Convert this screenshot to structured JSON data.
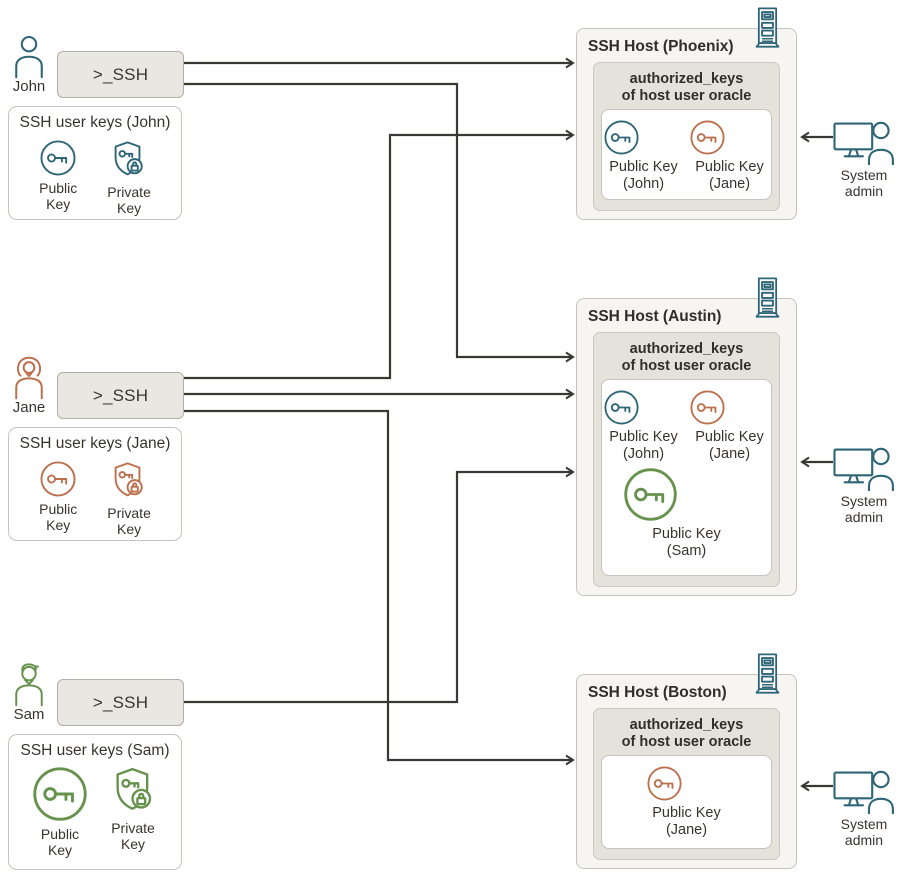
{
  "colors": {
    "john": "#2e6577",
    "jane": "#bb6f4d",
    "sam": "#67924d",
    "accent": "#2e6577",
    "wire": "#3b3733"
  },
  "users": [
    {
      "name": "John",
      "terminal_label": ">_SSH",
      "card_title": "SSH user keys (John)",
      "public_key_label": "Public\nKey",
      "private_key_label": "Private\nKey",
      "color": "#2e6577"
    },
    {
      "name": "Jane",
      "terminal_label": ">_SSH",
      "card_title": "SSH user keys (Jane)",
      "public_key_label": "Public\nKey",
      "private_key_label": "Private\nKey",
      "color": "#bb6f4d"
    },
    {
      "name": "Sam",
      "terminal_label": ">_SSH",
      "card_title": "SSH user keys (Sam)",
      "public_key_label": "Public\nKey",
      "private_key_label": "Private\nKey",
      "color": "#67924d"
    }
  ],
  "hosts": [
    {
      "title": "SSH Host (Phoenix)",
      "authorized_keys_label": "authorized_keys\nof host user oracle",
      "keys": [
        {
          "label": "Public Key\n(John)",
          "color": "#2e6577"
        },
        {
          "label": "Public Key\n(Jane)",
          "color": "#bb6f4d"
        }
      ],
      "admin_label": "System\nadmin"
    },
    {
      "title": "SSH Host (Austin)",
      "authorized_keys_label": "authorized_keys\nof host user oracle",
      "keys": [
        {
          "label": "Public Key\n(John)",
          "color": "#2e6577"
        },
        {
          "label": "Public Key\n(Jane)",
          "color": "#bb6f4d"
        },
        {
          "label": "Public Key\n(Sam)",
          "color": "#67924d"
        }
      ],
      "admin_label": "System\nadmin"
    },
    {
      "title": "SSH Host (Boston)",
      "authorized_keys_label": "authorized_keys\nof host user oracle",
      "keys": [
        {
          "label": "Public Key\n(Jane)",
          "color": "#bb6f4d"
        }
      ],
      "admin_label": "System\nadmin"
    }
  ]
}
